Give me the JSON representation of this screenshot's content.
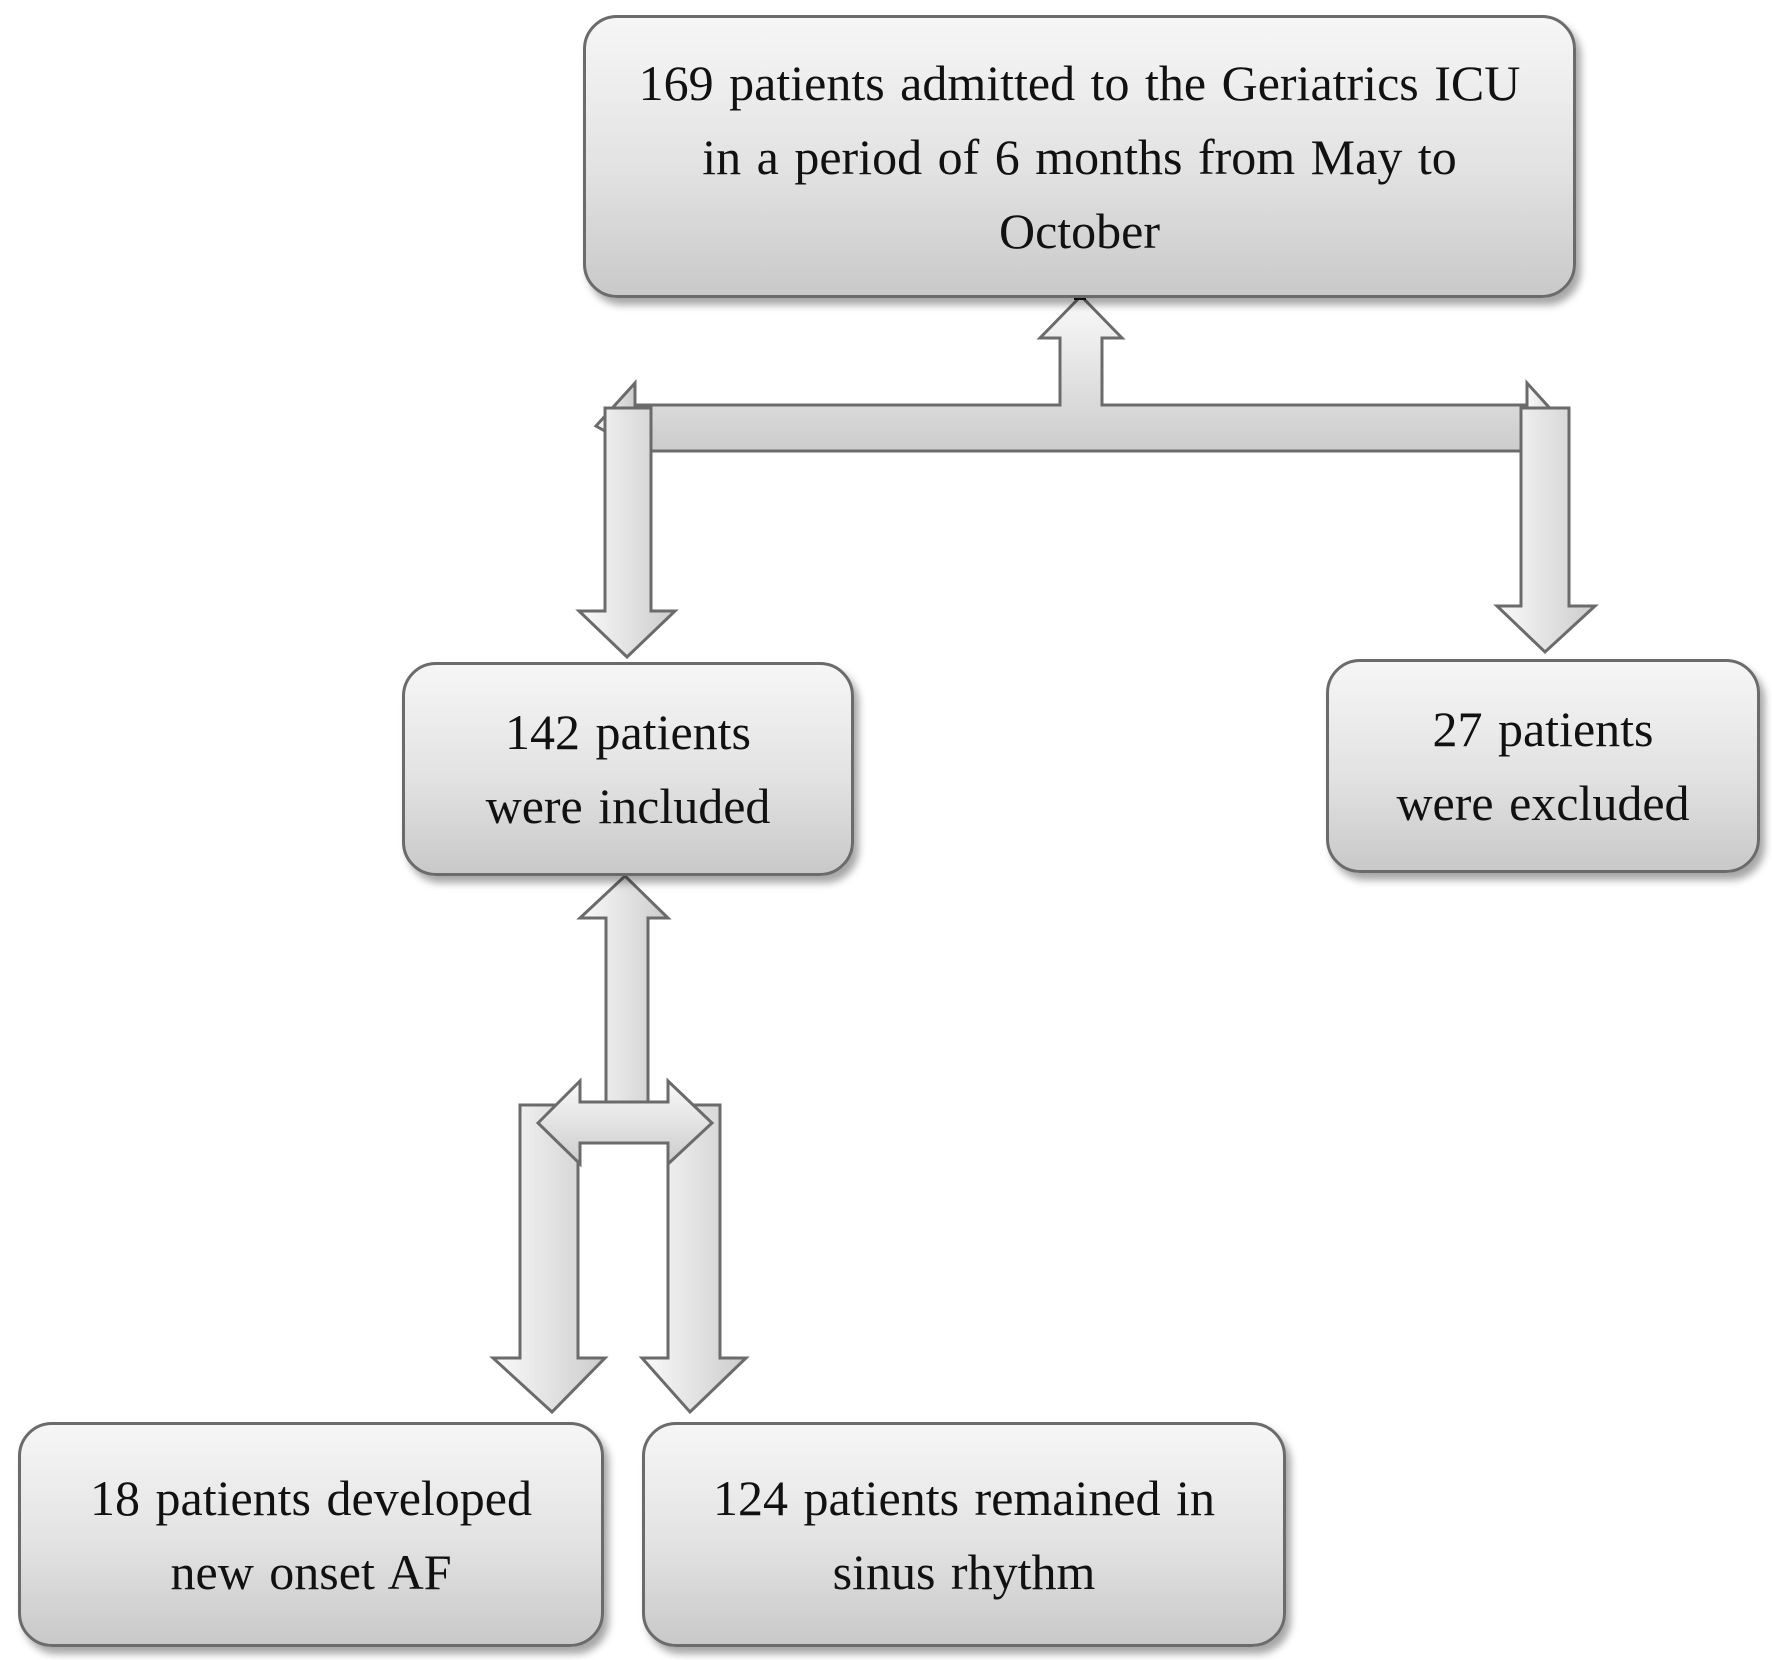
{
  "boxes": {
    "admitted": "169 patients admitted to the Geriatrics ICU in a period of 6 months from May to October",
    "included": "142 patients were included",
    "excluded": "27 patients were excluded",
    "new_onset_af": "18 patients developed new onset AF",
    "sinus_rhythm": "124 patients remained in sinus rhythm"
  },
  "colors": {
    "box_border": "#6b6b6b",
    "arrow_stroke": "#6b6b6b",
    "arrow_fill_light": "#fafafa",
    "arrow_fill_dark": "#cccccc",
    "text": "#111111"
  }
}
